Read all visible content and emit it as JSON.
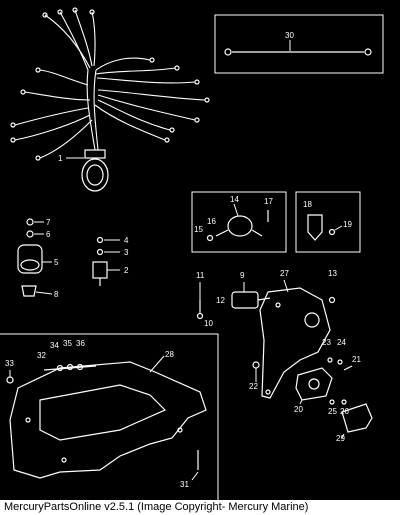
{
  "footer": {
    "text": "MercuryPartsOnline v2.5.1 (Image Copyright- Mercury Marine)"
  },
  "callouts": {
    "c1": "1",
    "c2": "2",
    "c3": "3",
    "c4": "4",
    "c5": "5",
    "c6": "6",
    "c7": "7",
    "c8": "8",
    "c9": "9",
    "c10": "10",
    "c11": "11",
    "c12": "12",
    "c13": "13",
    "c14": "14",
    "c15": "15",
    "c16": "16",
    "c17": "17",
    "c18": "18",
    "c19": "19",
    "c20": "20",
    "c21": "21",
    "c22": "22",
    "c23": "23",
    "c24": "24",
    "c25": "25",
    "c26": "26",
    "c27": "27",
    "c28": "28",
    "c29": "29",
    "c30": "30",
    "c31": "31",
    "c32": "32",
    "c33": "33",
    "c34": "34",
    "c35": "35",
    "c36": "36"
  }
}
